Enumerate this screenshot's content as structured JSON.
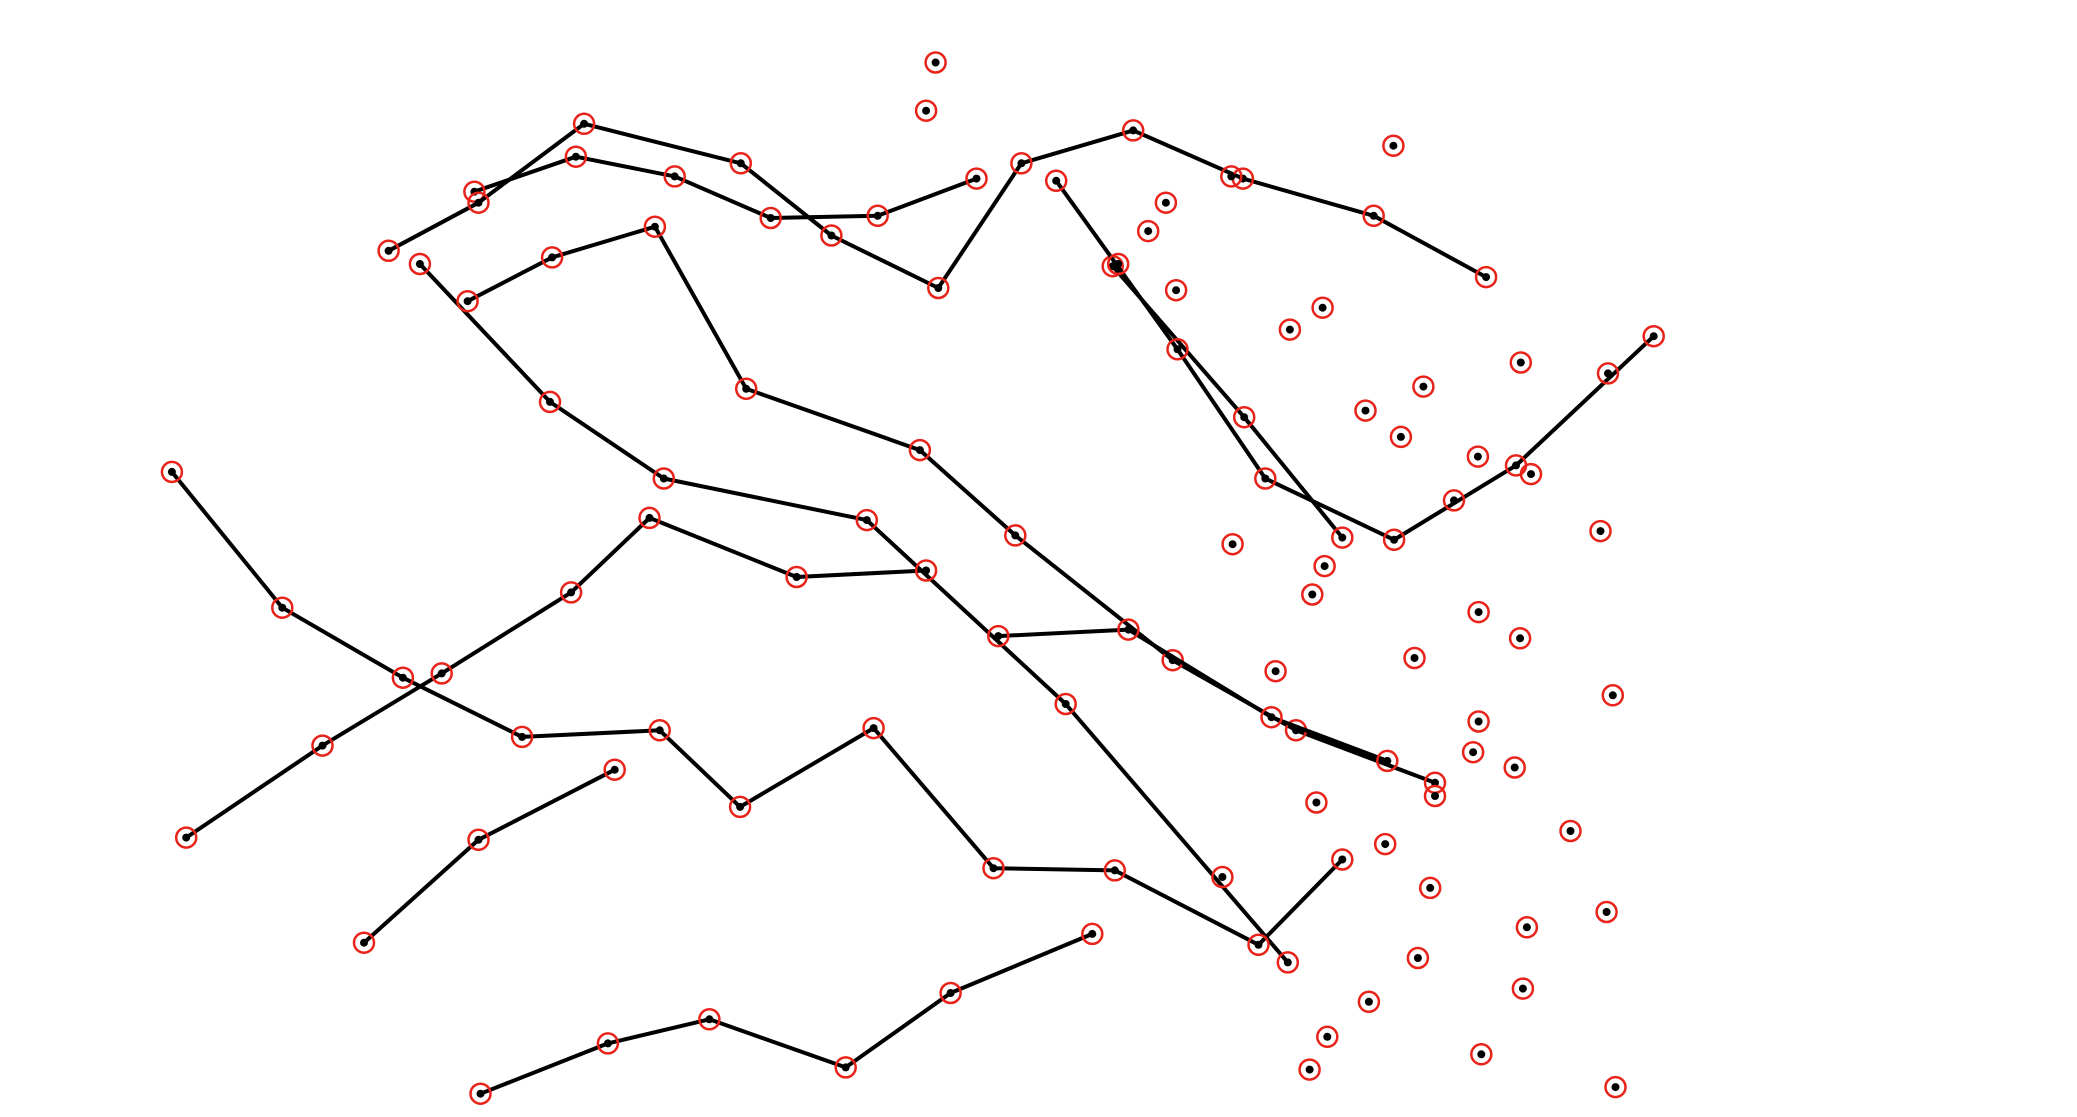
{
  "diagram": {
    "type": "point-and-polyline-sketch",
    "colors": {
      "background": "#ffffff",
      "line": "#000000",
      "point_ring": "#e8231a",
      "point_dot": "#000000"
    },
    "polylines": [
      [
        [
          24.1,
          244.1
        ],
        [
          18.6,
          229.7
        ],
        [
          11.7,
          210.4
        ]
      ],
      [
        [
          14.9,
          289.8
        ],
        [
          20.8,
          269.6
        ],
        [
          24.2,
          251.7
        ],
        [
          21.4,
          232.8
        ],
        [
          15.5,
          219.9
        ],
        [
          7.8,
          202.1
        ]
      ],
      [
        [
          7.7,
          190.4
        ],
        [
          9.4,
          175.9
        ],
        [
          9.5,
          160.2
        ],
        [
          7.6,
          146.1
        ],
        [
          6.7,
          131.6
        ],
        [
          8.3,
          116.7
        ]
      ],
      [
        [
          11.0,
          104.1
        ],
        [
          8.8,
          117.3
        ],
        [
          5.2,
          132.8
        ],
        [
          7.0,
          155.8
        ],
        [
          10.3,
          169.1
        ],
        [
          12.7,
          184.8
        ],
        [
          7.0,
          197.0
        ],
        [
          5.5,
          213.4
        ],
        [
          7.7,
          229.5
        ],
        [
          9.4,
          248.7
        ],
        [
          12.2,
          265.2
        ]
      ],
      [
        [
          43.5,
          236.1
        ],
        [
          31.7,
          203.5
        ],
        [
          23.3,
          174.3
        ],
        [
          21.4,
          144.5
        ],
        [
          17.9,
          127.8
        ],
        [
          11.6,
          108.7
        ]
      ],
      [
        [
          35.3,
          257.7
        ],
        [
          32.9,
          237.3
        ],
        [
          29.7,
          219.2
        ],
        [
          24.0,
          196.1
        ],
        [
          20.1,
          182.1
        ],
        [
          17.3,
          156.6
        ],
        [
          9.9,
          143.2
        ],
        [
          11.3,
          128.1
        ],
        [
          13.3,
          115.7
        ]
      ],
      [
        [
          34.3,
          250.7
        ],
        [
          32.3,
          233.7
        ],
        [
          28.3,
          212.7
        ],
        [
          28.6,
          193.6
        ]
      ],
      [
        [
          38.8,
          244.1
        ],
        [
          42.7,
          231.8
        ],
        [
          39.3,
          210.7
        ],
        [
          39.2,
          192.9
        ],
        [
          32.8,
          175.3
        ],
        [
          36.4,
          155.7
        ],
        [
          32.9,
          143.9
        ],
        [
          33.2,
          123.7
        ],
        [
          30.5,
          106.2
        ],
        [
          27.3,
          88.5
        ],
        [
          21.1,
          72.3
        ]
      ],
      [
        [
          37.8,
          74.4
        ],
        [
          33.6,
          94.4
        ],
        [
          30.3,
          111.9
        ],
        [
          26.6,
          130.9
        ],
        [
          23.2,
          142.4
        ],
        [
          25.9,
          164.0
        ],
        [
          25.6,
          183.0
        ]
      ],
      [
        [
          42.6,
          100.5
        ],
        [
          37.9,
          117.3
        ],
        [
          34.7,
          137.3
        ]
      ],
      [
        [
          49.5,
          117.6
        ],
        [
          47.2,
          136.3
        ],
        [
          46.1,
          151.2
        ],
        [
          48.3,
          171.2
        ],
        [
          44.9,
          186.6
        ],
        [
          42.2,
          207.4
        ]
      ]
    ],
    "points": [
      [
        2.4,
        184.4
      ],
      [
        4.6,
        183.0
      ],
      [
        6.2,
        251.6
      ],
      [
        7.6,
        227.8
      ],
      [
        8.8,
        218.2
      ],
      [
        10.1,
        215.6
      ],
      [
        11.6,
        211.2
      ],
      [
        12.8,
        219.7
      ],
      [
        13.6,
        241.2
      ],
      [
        14.6,
        236.4
      ],
      [
        16.1,
        270.3
      ],
      [
        16.6,
        283.1
      ],
      [
        17.2,
        256.0
      ],
      [
        18.3,
        247.5
      ],
      [
        19.5,
        252.7
      ],
      [
        20.4,
        264.0
      ],
      [
        21.2,
        271.8
      ],
      [
        22.4,
        260.5
      ],
      [
        23.8,
        282.0
      ],
      [
        24.4,
        228.0
      ],
      [
        25.4,
        241.5
      ],
      [
        26.7,
        239.7
      ],
      [
        27.5,
        264.1
      ],
      [
        28.7,
        270.2
      ],
      [
        29.6,
        254.7
      ],
      [
        30.2,
        234.3
      ],
      [
        31.3,
        283.8
      ],
      [
        32.5,
        264.1
      ],
      [
        33.9,
        263.3
      ],
      [
        34.6,
        269.4
      ],
      [
        35.9,
        257.7
      ],
      [
        36.2,
        240.3
      ],
      [
        37.5,
        277.6
      ],
      [
        38.1,
        250.4
      ],
      [
        39.6,
        226.5
      ],
      [
        40.1,
        257.0
      ],
      [
        41.2,
        282.9
      ],
      [
        41.9,
        271.2
      ],
      [
        43.3,
        255.2
      ],
      [
        44.7,
        270.6
      ],
      [
        45.3,
        248.0
      ],
      [
        46.9,
        241.9
      ],
      [
        47.7,
        264.5
      ],
      [
        48.4,
        239.3
      ],
      [
        49.2,
        284.2
      ]
    ]
  }
}
